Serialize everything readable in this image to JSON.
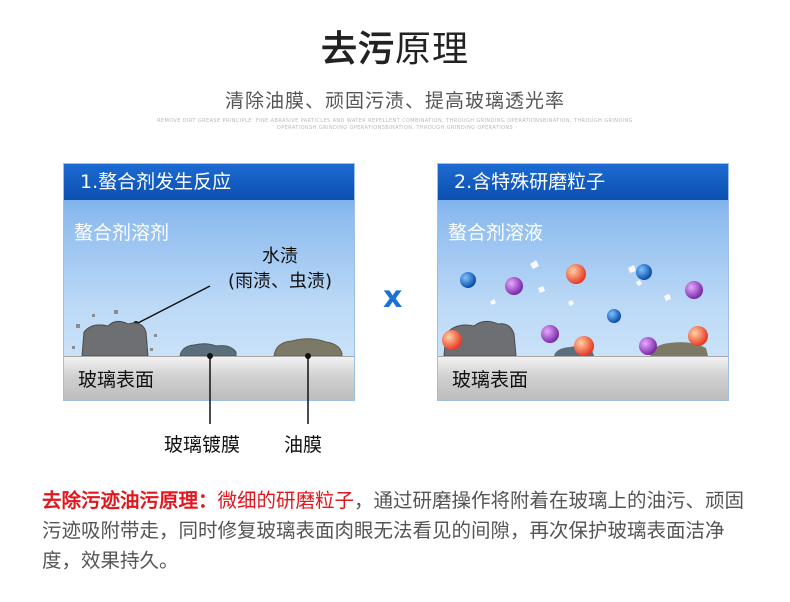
{
  "header": {
    "title_bold": "去污",
    "title_light": "原理",
    "subtitle": "清除油膜、顽固污渍、提高玻璃透光率",
    "tiny_text": "REMOVE DIRT GREASE PRINCIPLE: FINE ABRASIVE PARTICLES AND WATER REPELLENT COMBINATION, THROUGH GRINDING OPERATIONSBINATION, THROUGH GRINDING OPERATIONSH GRINDING OPERATIONSBINATION, THROUGH GRINDING OPERATIONS"
  },
  "panels": [
    {
      "header": "1.螯合剂发生反应",
      "label": "螯合剂溶剂",
      "water_label_line1": "水渍",
      "water_label_line2": "(雨渍、虫渍)",
      "glass_label": "玻璃表面"
    },
    {
      "header": "2.含特殊研磨粒子",
      "label": "螯合剂溶液",
      "glass_label": "玻璃表面"
    }
  ],
  "separator": "x",
  "callouts": {
    "coating": "玻璃镀膜",
    "oil": "油膜"
  },
  "description": {
    "heading": "去除污迹油污原理：",
    "highlight": "微细的研磨粒子",
    "body": "，通过研磨操作将附着在玻璃上的油污、顽固污迹吸附带走，同时修复玻璃表面肉眼无法看见的间隙，再次保护玻璃表面洁净度，效果持久。"
  },
  "colors": {
    "header_blue": "#0c4fb0",
    "accent_red": "#e3161d",
    "x_blue": "#1b72d6"
  }
}
